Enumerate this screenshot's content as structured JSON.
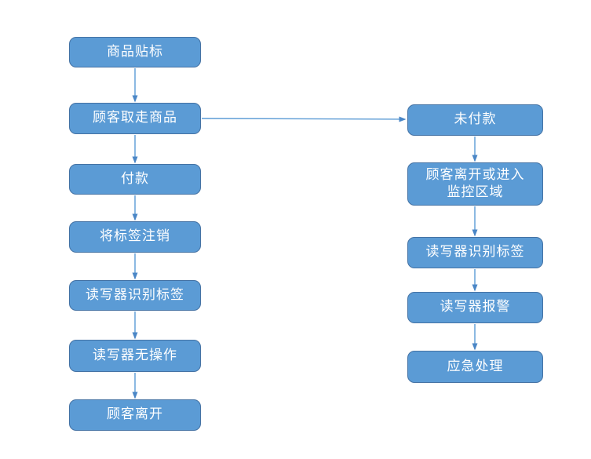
{
  "diagram": {
    "type": "flowchart",
    "node_fill_color": "#5b9bd5",
    "node_border_color": "#4472a4",
    "arrow_color": "#5b9bd5",
    "arrowhead_color": "#4a86c6",
    "text_color": "#ffffff",
    "background_color": "#ffffff"
  },
  "nodes": {
    "left": [
      "商品贴标",
      "顾客取走商品",
      "付款",
      "将标签注销",
      "读写器识别标签",
      "读写器无操作",
      "顾客离开"
    ],
    "right": [
      "未付款",
      "顾客离开或进入\n监控区域",
      "读写器识别标签",
      "读写器报警",
      "应急处理"
    ]
  },
  "edges": [
    {
      "from": "商品贴标",
      "to": "顾客取走商品"
    },
    {
      "from": "顾客取走商品",
      "to": "付款"
    },
    {
      "from": "付款",
      "to": "将标签注销"
    },
    {
      "from": "将标签注销",
      "to": "读写器识别标签"
    },
    {
      "from": "读写器识别标签",
      "to": "读写器无操作"
    },
    {
      "from": "读写器无操作",
      "to": "顾客离开"
    },
    {
      "from": "顾客取走商品",
      "to": "未付款"
    },
    {
      "from": "未付款",
      "to": "顾客离开或进入监控区域"
    },
    {
      "from": "顾客离开或进入监控区域",
      "to": "读写器识别标签"
    },
    {
      "from": "读写器识别标签",
      "to": "读写器报警"
    },
    {
      "from": "读写器报警",
      "to": "应急处理"
    }
  ]
}
